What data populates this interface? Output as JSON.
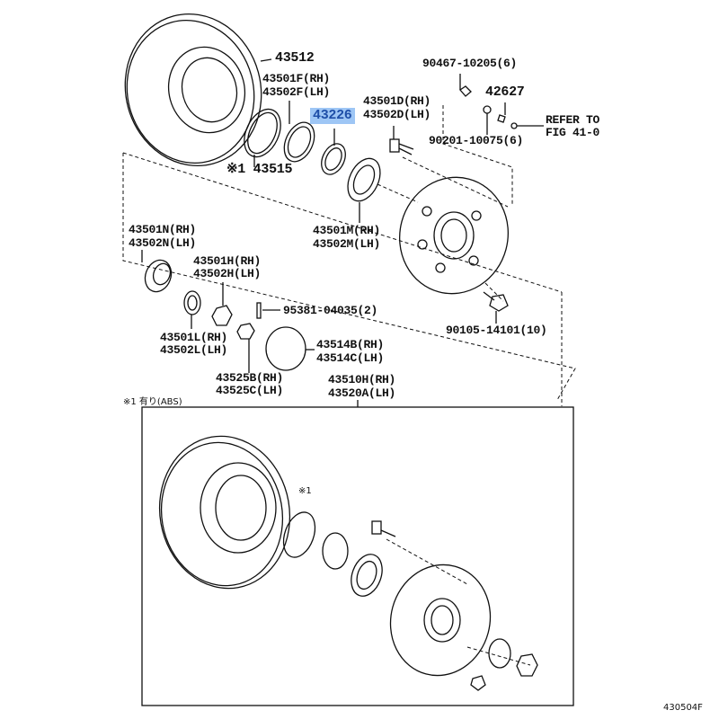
{
  "diagram": {
    "highlight_color": "#9ec6f5",
    "labels": {
      "p43512": "43512",
      "p43501F": "43501F(RH)",
      "p43502F": "43502F(LH)",
      "p43226": "43226",
      "p43515": "※1 43515",
      "p43501D": "43501D(RH)",
      "p43502D": "43502D(LH)",
      "p90467": "90467-10205(6)",
      "p42627": "42627",
      "refer1": "REFER TO",
      "refer2": "FIG 41-0",
      "p90201": "90201-10075(6)",
      "p43501M": "43501M(RH)",
      "p43502M": "43502M(LH)",
      "p43501N": "43501N(RH)",
      "p43502N": "43502N(LH)",
      "p43501H": "43501H(RH)",
      "p43502H": "43502H(LH)",
      "p95381": "95381-04035(2)",
      "p90105": "90105-14101(10)",
      "p43501L": "43501L(RH)",
      "p43502L": "43502L(LH)",
      "p43514B": "43514B(RH)",
      "p43514C": "43514C(LH)",
      "p43525B": "43525B(RH)",
      "p43525C": "43525C(LH)",
      "p43510H": "43510H(RH)",
      "p43520A": "43520A(LH)",
      "abs_note": "※1 有り(ABS)",
      "note1": "※1",
      "figure_id": "430504F"
    }
  }
}
